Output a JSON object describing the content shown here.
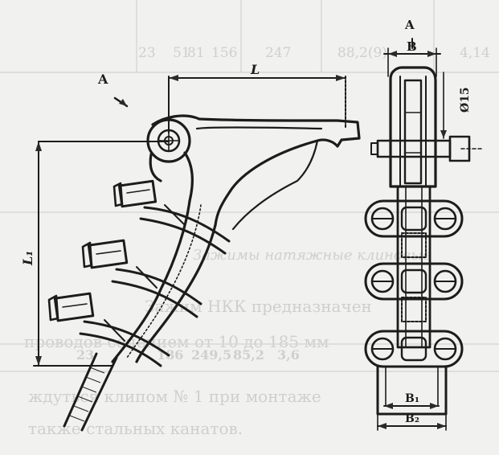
{
  "drawing": {
    "side_view": {
      "section_marker": "A",
      "length_label": "L",
      "height_label": "L₁"
    },
    "front_view": {
      "top_label_a": "A",
      "top_label_b": "B",
      "diameter_label": "Ø15",
      "bottom_label_b": "B₁",
      "bottom_label_b2": "B₂"
    }
  },
  "background_text": {
    "table_row_top": [
      "23",
      "51",
      "81",
      "156",
      "247",
      "88,2(9)",
      "4,14"
    ],
    "table_row_bottom": [
      "23",
      "186",
      "249,5",
      "85,2",
      "3,6"
    ],
    "heading": "Зажимы натяжные клиновые",
    "paragraph": [
      "Зажим НКК предназначен",
      "проводов сечением от 10 до 185 мм",
      "ждуться клипом № 1 при монтаже",
      "также стальных канатов."
    ]
  },
  "colors": {
    "paper": "#f1f1ef",
    "ink": "#1c1c1c",
    "ghost": "#cfcfcc"
  }
}
